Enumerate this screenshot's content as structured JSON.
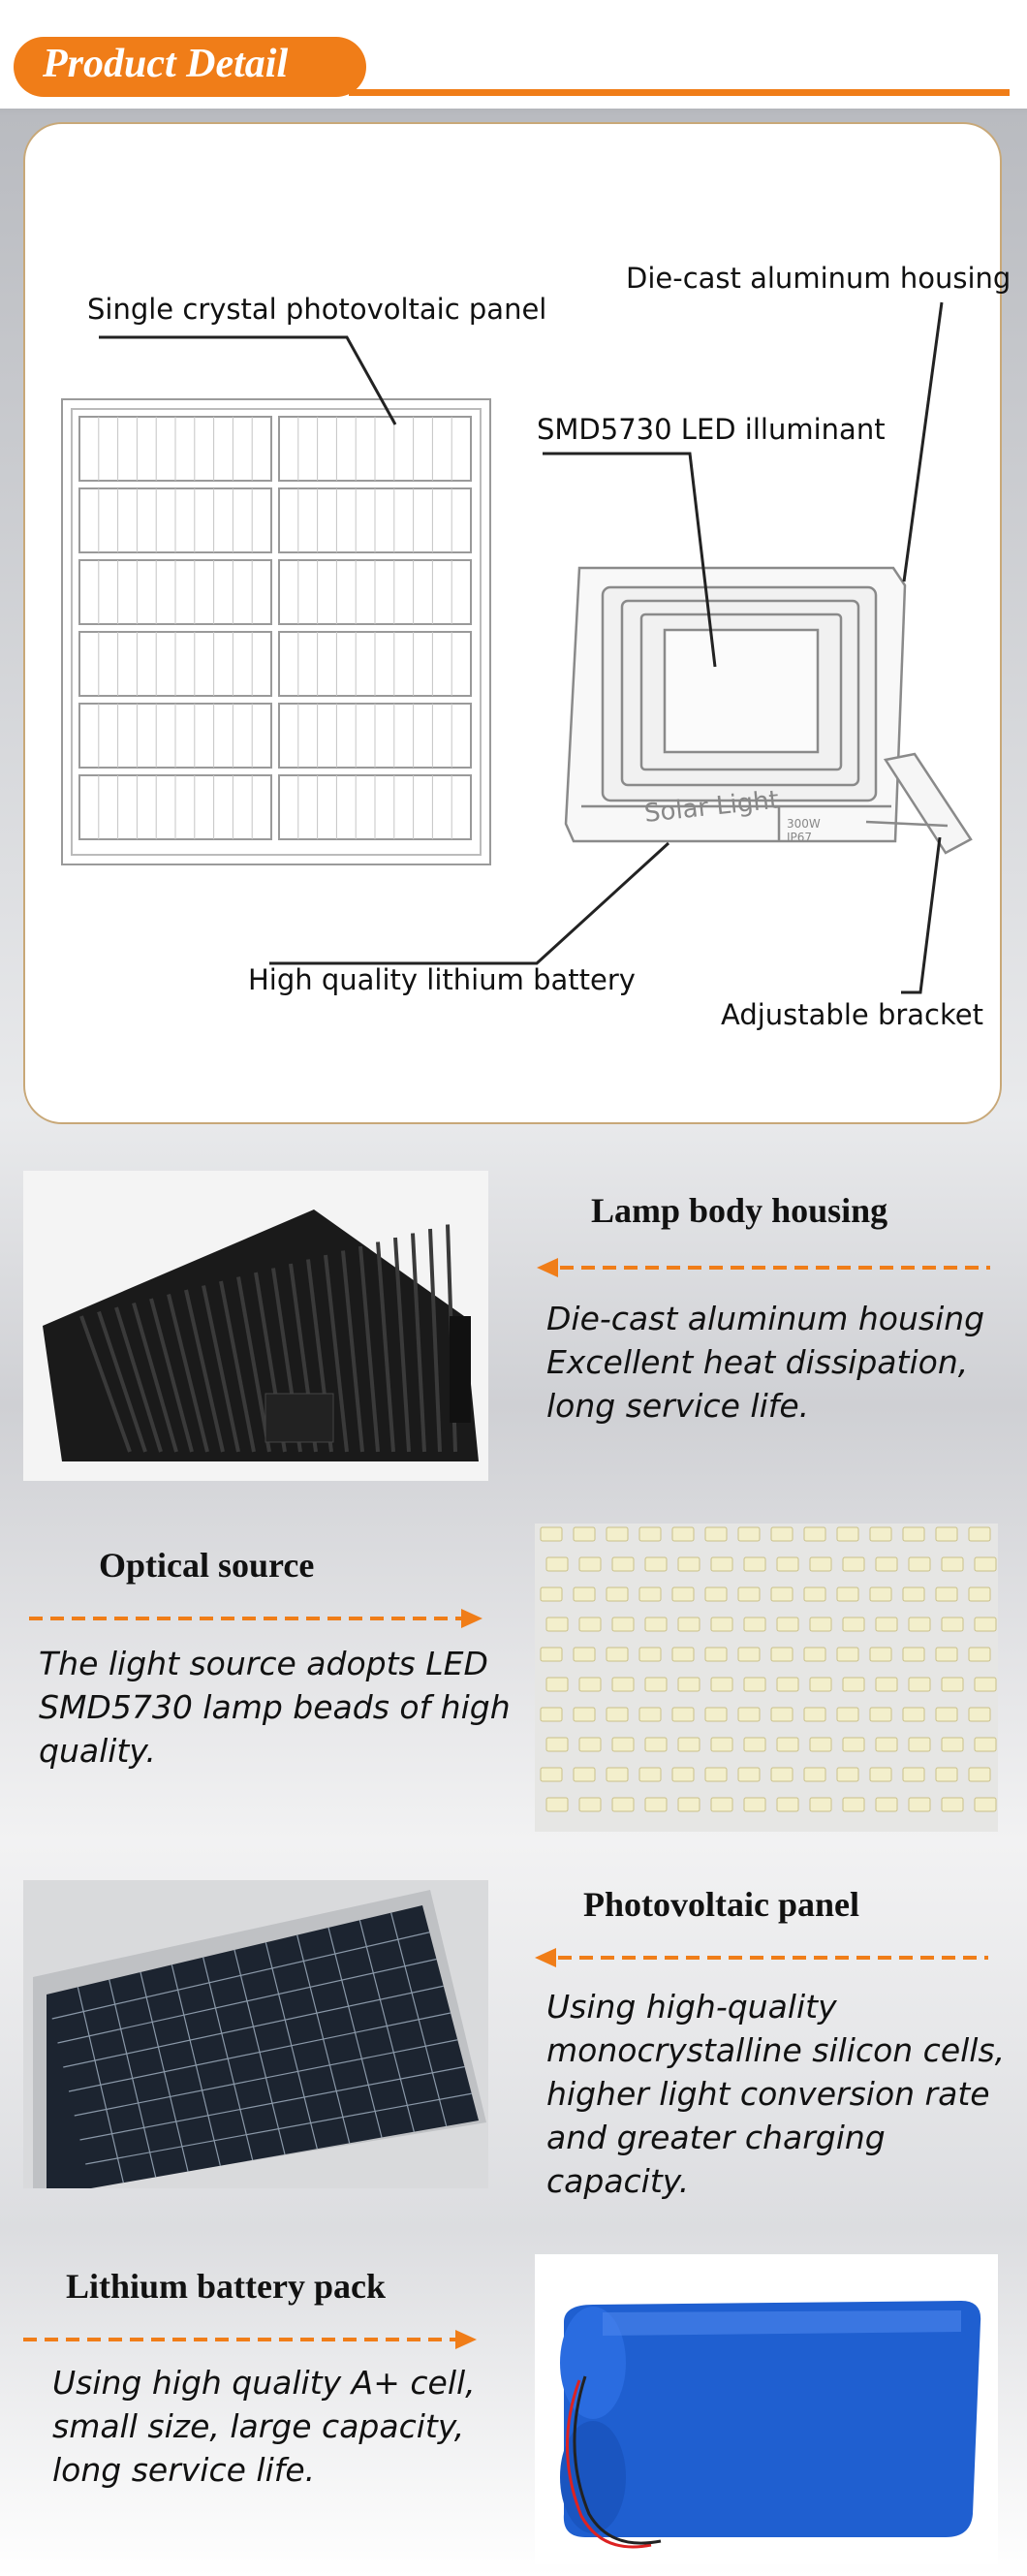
{
  "header": {
    "title": "Product Detail"
  },
  "diagram": {
    "labels": {
      "panel": "Single crystal photovoltaic panel",
      "housing": "Die-cast aluminum housing",
      "led": "SMD5730 LED illuminant",
      "battery": "High quality lithium battery",
      "bracket": "Adjustable bracket"
    },
    "lamp_brand": "Solar Light",
    "lamp_watt": "300W",
    "lamp_ip": "IP67"
  },
  "features": [
    {
      "title": "Lamp body housing",
      "description": "Die-cast aluminum housing\nExcellent heat dissipation,\nlong service life.",
      "image": "black-aluminum-housing-photo"
    },
    {
      "title": "Optical source",
      "description": "The light source adopts LED\nSMD5730 lamp beads of high\n quality.",
      "image": "led-beads-photo"
    },
    {
      "title": "Photovoltaic panel",
      "description": "Using high-quality\nmonocrystalline silicon cells,\nhigher light conversion rate\nand greater charging capacity.",
      "image": "solar-panel-photo"
    },
    {
      "title": "Lithium battery pack",
      "description": "Using high quality A+ cell,\nsmall size, large capacity,\nlong service life.",
      "image": "blue-battery-pack-photo"
    }
  ],
  "colors": {
    "accent": "#f07d18",
    "battery_blue": "#1f5fd0"
  }
}
